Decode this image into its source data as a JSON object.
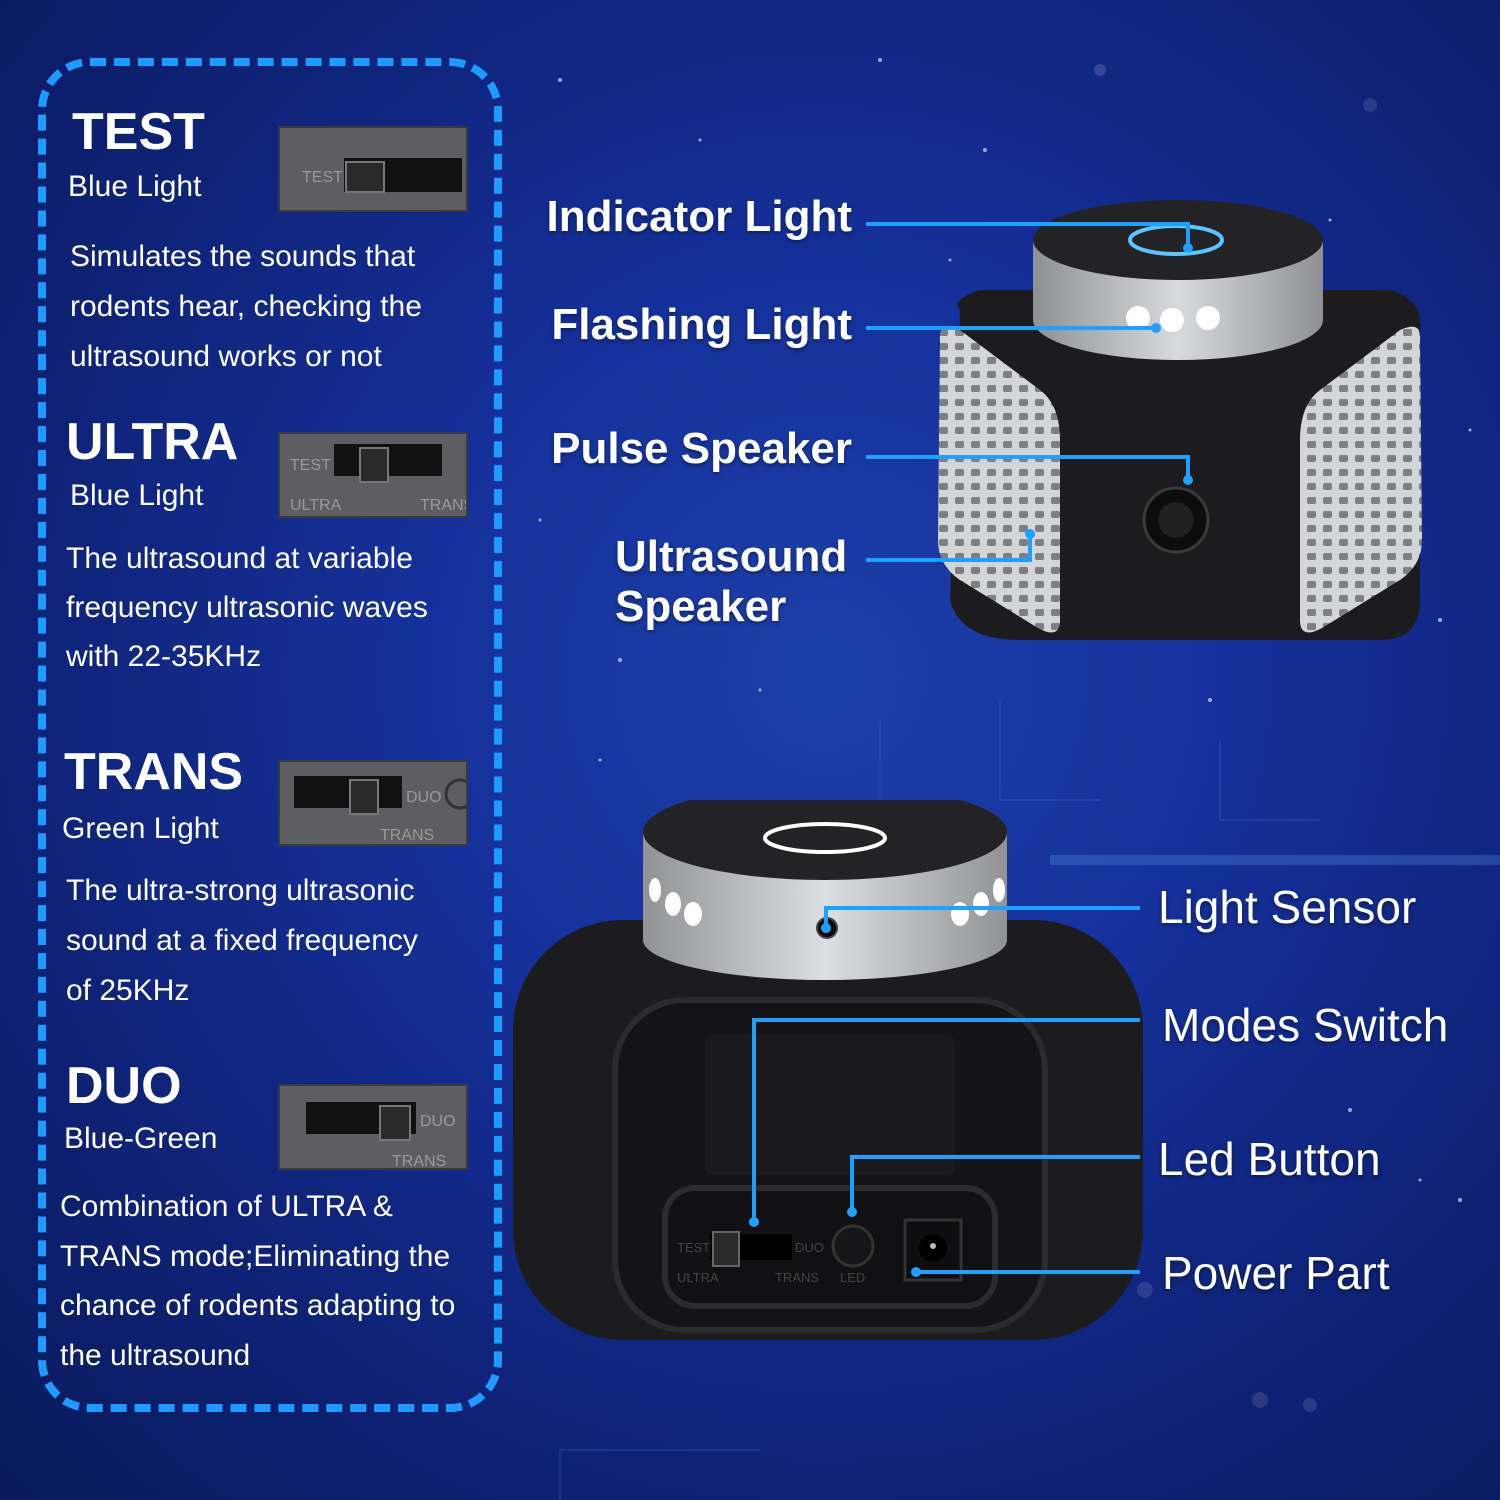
{
  "modes": [
    {
      "title": "TEST",
      "light": "Blue Light",
      "description": "Simulates the sounds that\nrodents hear, checking the\nultrasound works or not"
    },
    {
      "title": "ULTRA",
      "light": "Blue Light",
      "description": "The ultrasound at variable\nfrequency ultrasonic waves\nwith 22-35KHz"
    },
    {
      "title": "TRANS",
      "light": "Green Light",
      "description": "The ultra-strong ultrasonic\nsound at a fixed frequency\nof 25KHz"
    },
    {
      "title": "DUO",
      "light": "Blue-Green",
      "description": "Combination of ULTRA &\nTRANS mode;Eliminating the\nchance of rodents adapting to\nthe ultrasound"
    }
  ],
  "switch_labels": {
    "test": "TEST",
    "ultra": "ULTRA",
    "trans": "TRANS",
    "duo": "DUO",
    "led": "LED"
  },
  "top_device_callouts": [
    "Indicator Light",
    "Flashing Light",
    "Pulse Speaker",
    "Ultrasound\nSpeaker"
  ],
  "bottom_device_callouts": [
    "Light Sensor",
    "Modes Switch",
    "Led Button",
    "Power Part"
  ],
  "colors": {
    "accent": "#1e9bff",
    "background": "#15309a",
    "device": "#1c1c1e",
    "silver": "#b8babd"
  }
}
